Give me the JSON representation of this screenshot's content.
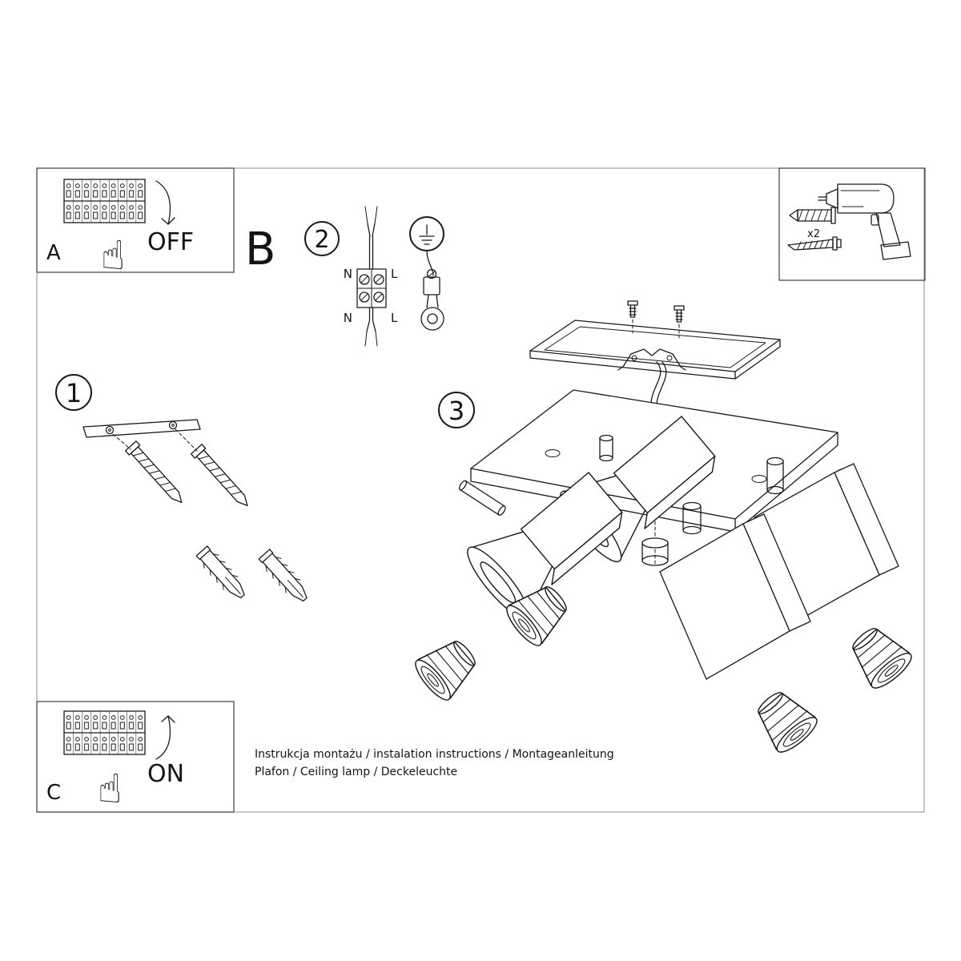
{
  "sections": {
    "a": {
      "label": "A",
      "state": "OFF"
    },
    "b": {
      "label": "B"
    },
    "c": {
      "label": "C",
      "state": "ON"
    }
  },
  "steps": {
    "one": "1",
    "two": "2",
    "three": "3"
  },
  "wiring": {
    "top_n": "N",
    "top_l": "L",
    "bottom_n": "N",
    "bottom_l": "L"
  },
  "hardware": {
    "anchor_count": "x2"
  },
  "icons": {
    "hand": "☝"
  },
  "footer": {
    "line1": "Instrukcja montażu / instalation instructions / Montageanleitung",
    "line2": "Plafon / Ceiling lamp / Deckeleuchte"
  },
  "colors": {
    "ink": "#1a1a1a",
    "frame": "#9a9a9a"
  }
}
